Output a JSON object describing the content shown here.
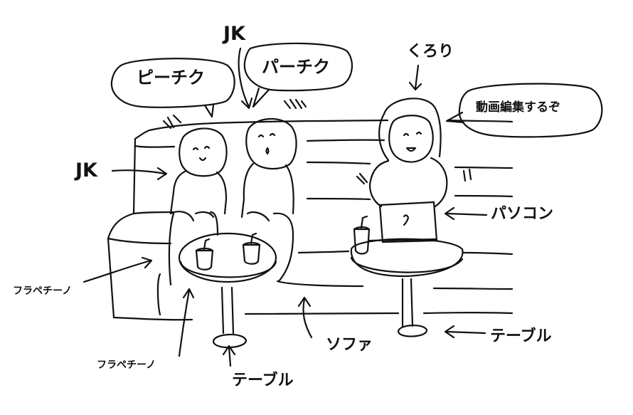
{
  "labels": {
    "jk_top": "JK",
    "jk_left": "JK",
    "bubble_girl1": "ピーチク",
    "bubble_girl2": "パーチク",
    "kurori": "くろり",
    "bubble_kurori": "動画編集するぞ",
    "pasokon": "パソコン",
    "frappe_left": "フラペチーノ",
    "frappe_bottom": "フラペチーノ",
    "sofa": "ソファ",
    "table_right": "テーブル",
    "table_bottom": "テーブル"
  },
  "colors": {
    "ink": "#111111",
    "paper": "#ffffff"
  }
}
